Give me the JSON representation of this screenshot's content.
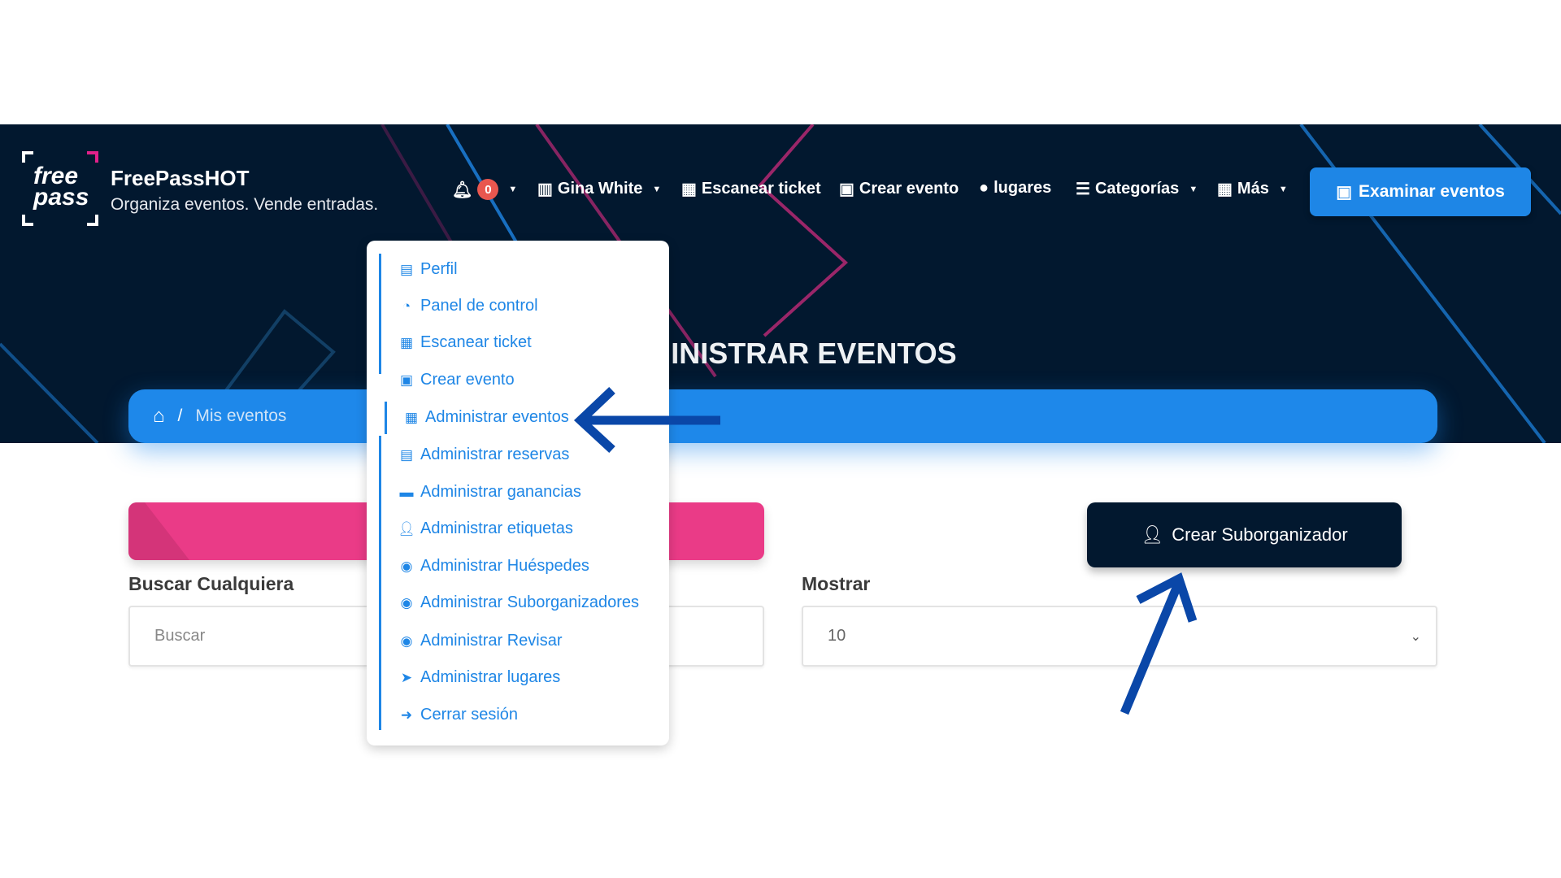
{
  "brand": {
    "name": "FreePassHOT",
    "tagline": "Organiza eventos. Vende entradas.",
    "logo_text": "free pass"
  },
  "nav": {
    "notifications_count": "0",
    "user": "Gina White",
    "scan": "Escanear ticket",
    "create": "Crear evento",
    "venues": "lugares",
    "categories": "Categorías",
    "more": "Más",
    "browse_button": "Examinar eventos"
  },
  "page": {
    "title": "ADMINISTRAR EVENTOS",
    "breadcrumb_current": "Mis eventos",
    "breadcrumb_sep": "/"
  },
  "filters": {
    "search_label": "Buscar Cualquiera",
    "search_placeholder": "Buscar",
    "show_label": "Mostrar",
    "show_value": "10"
  },
  "actions": {
    "create_suborganizer": "Crear Suborganizador"
  },
  "menu": {
    "active": "Administrar eventos",
    "items": [
      {
        "label": "Perfil",
        "icon": "id-card-icon"
      },
      {
        "label": "Panel de control",
        "icon": "dashboard-icon"
      },
      {
        "label": "Escanear ticket",
        "icon": "qrcode-icon"
      },
      {
        "label": "Crear evento",
        "icon": "calendar-plus-icon"
      },
      {
        "label": "Administrar eventos",
        "icon": "calendar-icon"
      },
      {
        "label": "Administrar reservas",
        "icon": "ticket-card-icon"
      },
      {
        "label": "Administrar ganancias",
        "icon": "wallet-icon"
      },
      {
        "label": "Administrar etiquetas",
        "icon": "user-tag-icon"
      },
      {
        "label": "Administrar Huéspedes",
        "icon": "user-circle-icon"
      },
      {
        "label": "Administrar Suborganizadores",
        "icon": "user-circle-icon"
      },
      {
        "label": "Administrar Revisar",
        "icon": "user-circle-icon"
      },
      {
        "label": "Administrar lugares",
        "icon": "location-arrow-icon"
      },
      {
        "label": "Cerrar sesión",
        "icon": "sign-out-icon"
      }
    ]
  },
  "colors": {
    "header_bg": "#02182f",
    "accent": "#1e86e6",
    "pink": "#ea3b87",
    "annotation_arrow": "#0a47a8"
  }
}
